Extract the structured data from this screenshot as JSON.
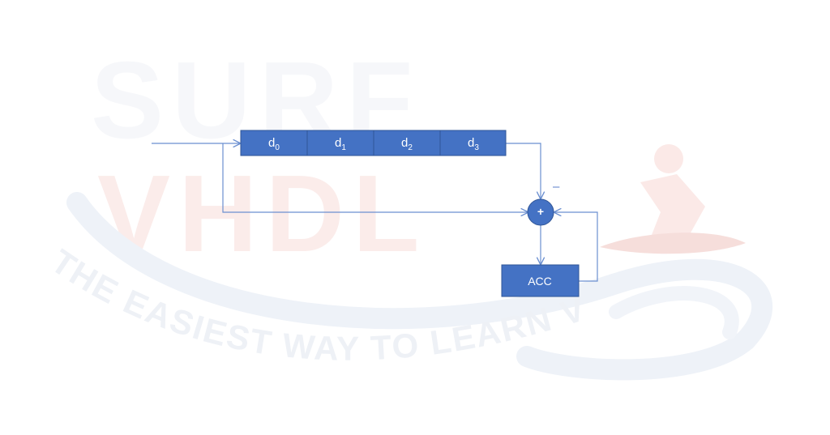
{
  "watermark": {
    "line1": "SURF",
    "line2": "VHDL",
    "tagline": "THE EASIEST WAY TO LEARN VHDL"
  },
  "diagram": {
    "shift_register": [
      {
        "base": "d",
        "sub": "0"
      },
      {
        "base": "d",
        "sub": "1"
      },
      {
        "base": "d",
        "sub": "2"
      },
      {
        "base": "d",
        "sub": "3"
      }
    ],
    "adder_symbol": "+",
    "minus_sign": "–",
    "accumulator_label": "ACC"
  },
  "colors": {
    "block_fill": "#4472c4",
    "block_stroke": "#2f5597",
    "line": "#6b8fd0",
    "watermark_red": "#fbe9e7",
    "watermark_blue": "#eef2f8"
  }
}
